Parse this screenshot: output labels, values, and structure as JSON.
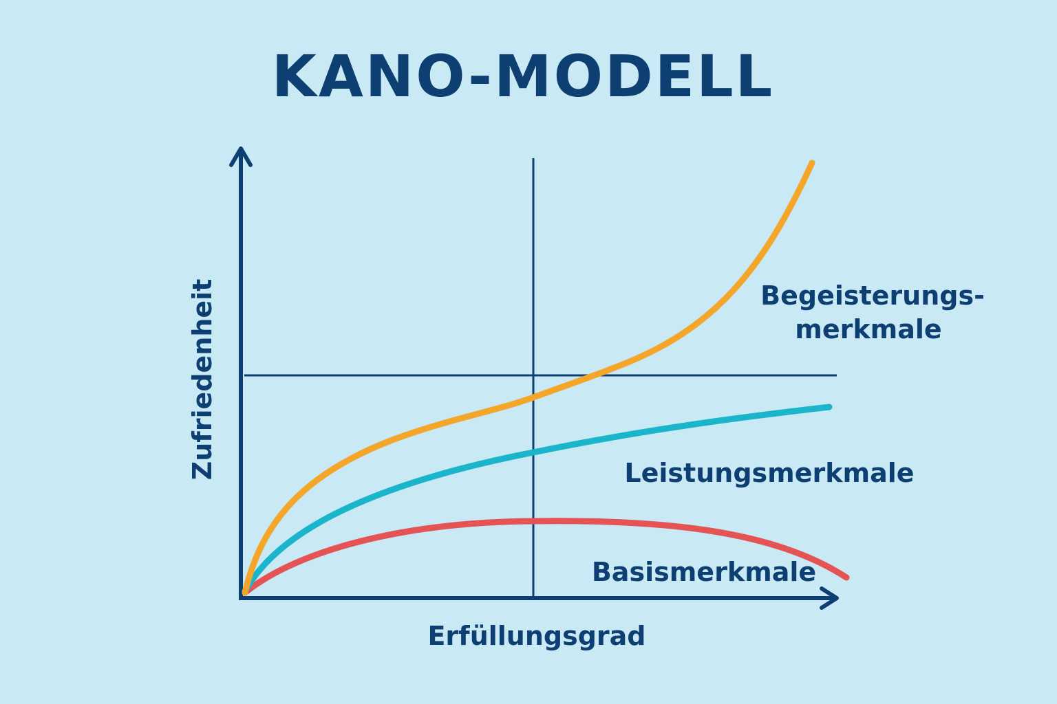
{
  "title": "KANO-MODELL",
  "axes": {
    "y_label": "Zufriedenheit",
    "x_label": "Erfüllungsgrad"
  },
  "curves": {
    "excitement": {
      "label_line1": "Begeisterungs-",
      "label_line2": "merkmale",
      "color": "#f4a62a"
    },
    "performance": {
      "label": "Leistungsmerkmale",
      "color": "#1ab5cb"
    },
    "basic": {
      "label": "Basismerkmale",
      "color": "#e45455"
    }
  },
  "colors": {
    "background": "#c9e9f4",
    "axis": "#0d3f72"
  }
}
